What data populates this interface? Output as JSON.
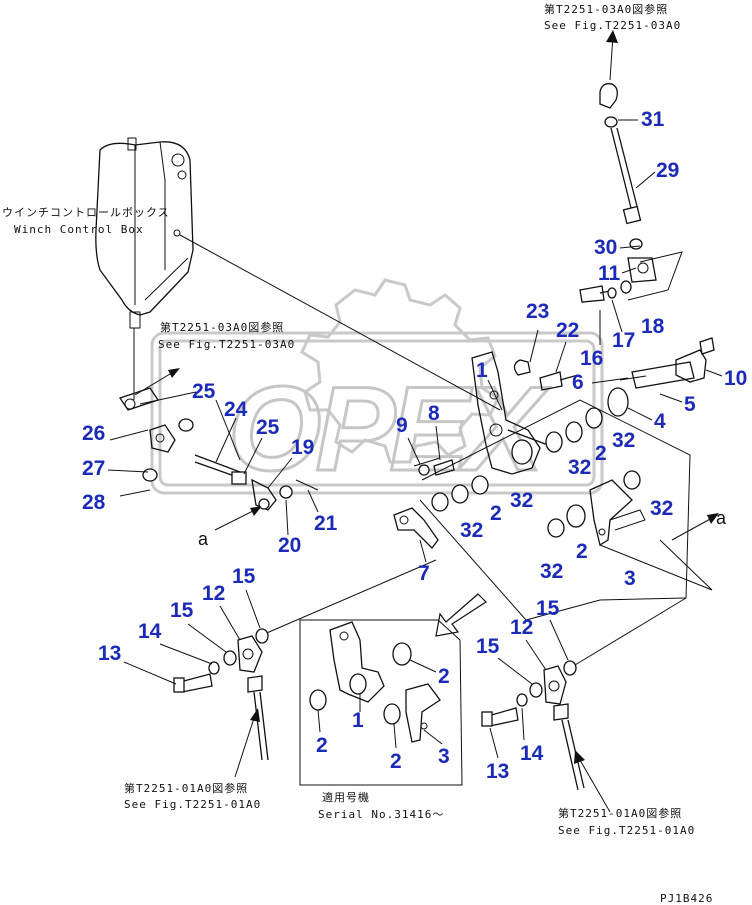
{
  "watermark": {
    "brand": "OPEX"
  },
  "references": {
    "top_jp": "第T2251-03A0図参照",
    "top_en": "See Fig.T2251-03A0",
    "mid_jp": "第T2251-03A0図参照",
    "mid_en": "See Fig.T2251-03A0",
    "left_bottom_jp": "第T2251-01A0図参照",
    "left_bottom_en": "See Fig.T2251-01A0",
    "right_bottom_jp": "第T2251-01A0図参照",
    "right_bottom_en": "See Fig.T2251-01A0"
  },
  "winch_box": {
    "label_jp": "ウインチコントロールボックス",
    "label_en": "Winch Control Box"
  },
  "serial": {
    "label_jp": "適用号機",
    "label_en": "Serial No.31416～"
  },
  "view_arrows": {
    "left": "a",
    "right": "a"
  },
  "part_numbers": {
    "p31": "31",
    "p29": "29",
    "p30": "30",
    "p11": "11",
    "p18": "18",
    "p23": "23",
    "p22": "22",
    "p16": "16",
    "p17": "17",
    "p10": "10",
    "p6": "6",
    "p5": "5",
    "p4": "4",
    "p1": "1",
    "p25a": "25",
    "p24": "24",
    "p25b": "25",
    "p19": "19",
    "p9": "9",
    "p8": "8",
    "p26": "26",
    "p27": "27",
    "p28": "28",
    "p32a": "32",
    "p2a": "2",
    "p32b": "32",
    "p32c": "32",
    "p2b": "2",
    "p32d": "32",
    "p32e": "32",
    "p21": "21",
    "p20": "20",
    "p7": "7",
    "p2c": "2",
    "p32f": "32",
    "p3": "3",
    "p15a": "15",
    "p12a": "12",
    "p15b": "15",
    "p14a": "14",
    "p13a": "13",
    "p15c": "15",
    "p12b": "12",
    "p15d": "15",
    "p14b": "14",
    "p13b": "13",
    "d2a": "2",
    "d1": "1",
    "d2b": "2",
    "d2c": "2",
    "d3": "3"
  },
  "drawing_code": "PJ1B426"
}
